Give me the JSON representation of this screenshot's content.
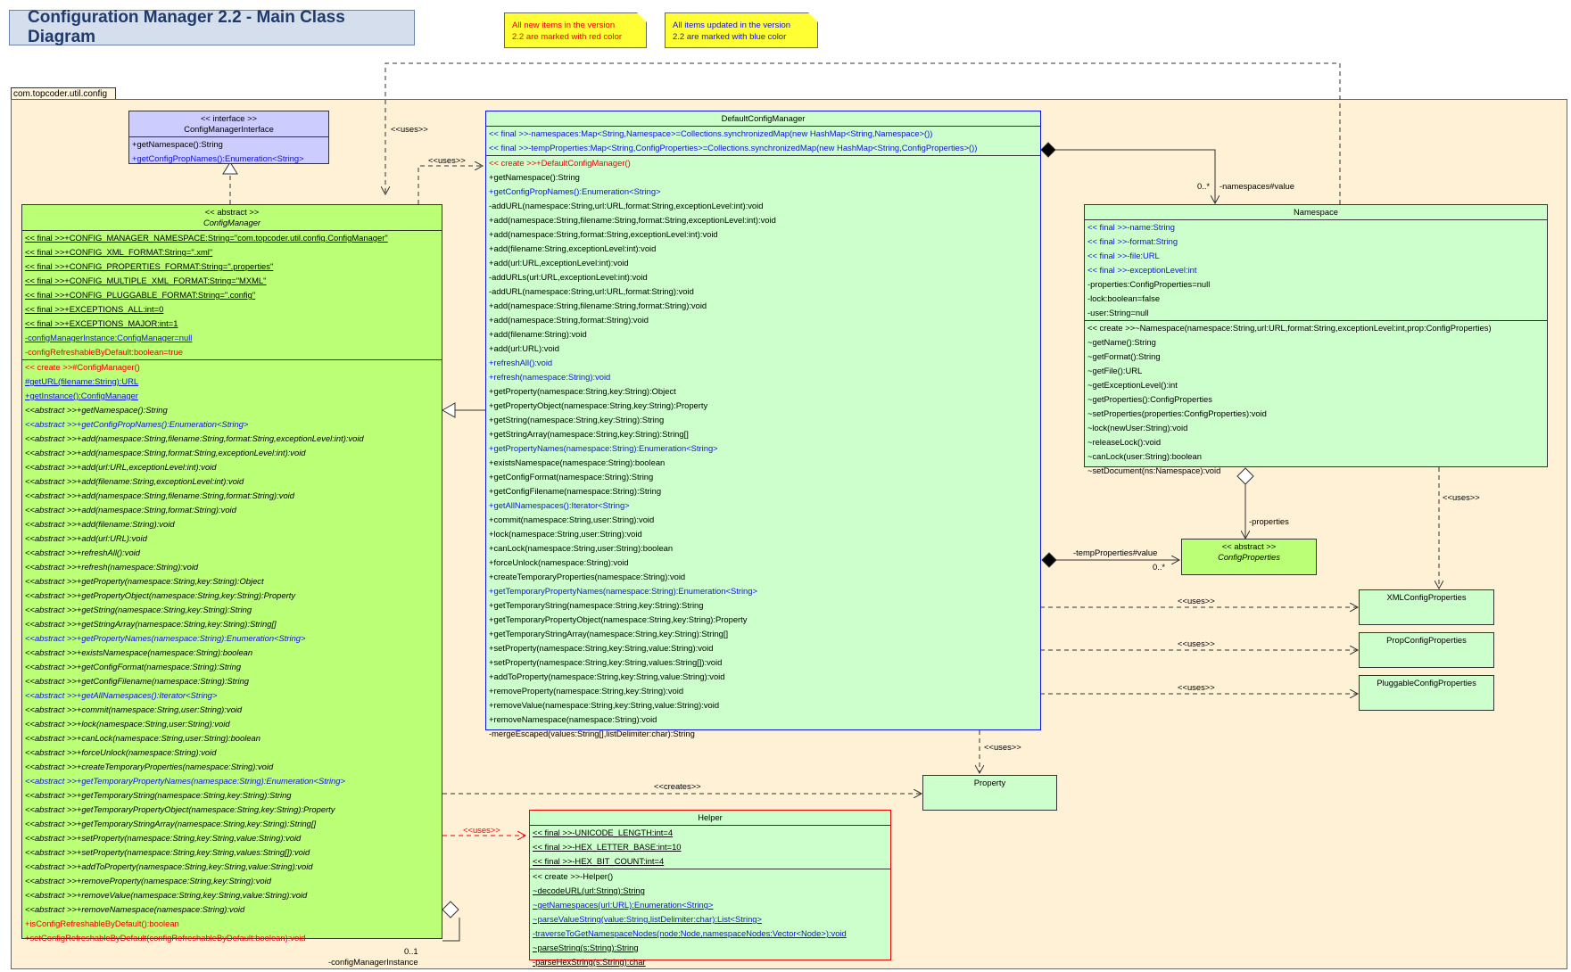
{
  "title": "Configuration Manager 2.2 - Main Class Diagram",
  "notes": {
    "red": [
      "All new items in the version",
      "2.2 are marked with red color"
    ],
    "blue": [
      "All items updated in the version",
      "2.2 are marked with blue color"
    ]
  },
  "package": "com.topcoder.util.config",
  "colors": {
    "green": "#ccffcc",
    "lime": "#bbff77",
    "lavender": "#ccccff",
    "new": "#ee0000",
    "updated": "#1111dd"
  },
  "classes": {
    "cmi": {
      "header": [
        "<< interface >>",
        "ConfigManagerInterface"
      ],
      "sections": [
        [
          {
            "t": "+getNamespace():String"
          },
          {
            "t": "+getConfigPropNames():Enumeration<String>",
            "c": "b"
          }
        ]
      ]
    },
    "cm": {
      "header": [
        "<< abstract >>",
        "ConfigManager"
      ],
      "sections": [
        [
          {
            "t": "<< final >>+CONFIG_MANAGER_NAMESPACE:String=\"com.topcoder.util.config.ConfigManager\"",
            "u": 1
          },
          {
            "t": "<< final >>+CONFIG_XML_FORMAT:String=\".xml\"",
            "u": 1
          },
          {
            "t": "<< final >>+CONFIG_PROPERTIES_FORMAT:String=\".properties\"",
            "u": 1
          },
          {
            "t": "<< final >>+CONFIG_MULTIPLE_XML_FORMAT:String=\"MXML\"",
            "u": 1
          },
          {
            "t": "<< final >>+CONFIG_PLUGGABLE_FORMAT:String=\".config\"",
            "u": 1
          },
          {
            "t": "<< final >>+EXCEPTIONS_ALL:int=0",
            "u": 1
          },
          {
            "t": "<< final >>+EXCEPTIONS_MAJOR:int=1",
            "u": 1
          },
          {
            "t": "-configManagerInstance:ConfigManager=null",
            "c": "b",
            "u": 1
          },
          {
            "t": "-configRefreshableByDefault:boolean=true",
            "c": "r"
          }
        ],
        [
          {
            "t": "<< create >>#ConfigManager()",
            "c": "r"
          },
          {
            "t": "#getURL(filename:String):URL",
            "c": "b",
            "u": 1
          },
          {
            "t": "+getInstance():ConfigManager",
            "c": "b",
            "u": 1
          },
          {
            "t": "<<abstract >>+getNamespace():String",
            "i": 1
          },
          {
            "t": "<<abstract >>+getConfigPropNames():Enumeration<String>",
            "c": "b",
            "i": 1
          },
          {
            "t": "<<abstract >>+add(namespace:String,filename:String,format:String,exceptionLevel:int):void",
            "i": 1
          },
          {
            "t": "<<abstract >>+add(namespace:String,format:String,exceptionLevel:int):void",
            "i": 1
          },
          {
            "t": "<<abstract >>+add(url:URL,exceptionLevel:int):void",
            "i": 1
          },
          {
            "t": "<<abstract >>+add(filename:String,exceptionLevel:int):void",
            "i": 1
          },
          {
            "t": "<<abstract >>+add(namespace:String,filename:String,format:String):void",
            "i": 1
          },
          {
            "t": "<<abstract >>+add(namespace:String,format:String):void",
            "i": 1
          },
          {
            "t": "<<abstract >>+add(filename:String):void",
            "i": 1
          },
          {
            "t": "<<abstract >>+add(url:URL):void",
            "i": 1
          },
          {
            "t": "<<abstract >>+refreshAll():void",
            "i": 1
          },
          {
            "t": "<<abstract >>+refresh(namespace:String):void",
            "i": 1
          },
          {
            "t": "<<abstract >>+getProperty(namespace:String,key:String):Object",
            "i": 1
          },
          {
            "t": "<<abstract >>+getPropertyObject(namespace:String,key:String):Property",
            "i": 1
          },
          {
            "t": "<<abstract >>+getString(namespace:String,key:String):String",
            "i": 1
          },
          {
            "t": "<<abstract >>+getStringArray(namespace:String,key:String):String[]",
            "i": 1
          },
          {
            "t": "<<abstract >>+getPropertyNames(namespace:String):Enumeration<String>",
            "c": "b",
            "i": 1
          },
          {
            "t": "<<abstract >>+existsNamespace(namespace:String):boolean",
            "i": 1
          },
          {
            "t": "<<abstract >>+getConfigFormat(namespace:String):String",
            "i": 1
          },
          {
            "t": "<<abstract >>+getConfigFilename(namespace:String):String",
            "i": 1
          },
          {
            "t": "<<abstract >>+getAllNamespaces():Iterator<String>",
            "c": "b",
            "i": 1
          },
          {
            "t": "<<abstract >>+commit(namespace:String,user:String):void",
            "i": 1
          },
          {
            "t": "<<abstract >>+lock(namespace:String,user:String):void",
            "i": 1
          },
          {
            "t": "<<abstract >>+canLock(namespace:String,user:String):boolean",
            "i": 1
          },
          {
            "t": "<<abstract >>+forceUnlock(namespace:String):void",
            "i": 1
          },
          {
            "t": "<<abstract >>+createTemporaryProperties(namespace:String):void",
            "i": 1
          },
          {
            "t": "<<abstract >>+getTemporaryPropertyNames(namespace:String):Enumeration<String>",
            "c": "b",
            "i": 1
          },
          {
            "t": "<<abstract >>+getTemporaryString(namespace:String,key:String):String",
            "i": 1
          },
          {
            "t": "<<abstract >>+getTemporaryPropertyObject(namespace:String,key:String):Property",
            "i": 1
          },
          {
            "t": "<<abstract >>+getTemporaryStringArray(namespace:String,key:String):String[]",
            "i": 1
          },
          {
            "t": "<<abstract >>+setProperty(namespace:String,key:String,value:String):void",
            "i": 1
          },
          {
            "t": "<<abstract >>+setProperty(namespace:String,key:String,values:String[]):void",
            "i": 1
          },
          {
            "t": "<<abstract >>+addToProperty(namespace:String,key:String,value:String):void",
            "i": 1
          },
          {
            "t": "<<abstract >>+removeProperty(namespace:String,key:String):void",
            "i": 1
          },
          {
            "t": "<<abstract >>+removeValue(namespace:String,key:String,value:String):void",
            "i": 1
          },
          {
            "t": "<<abstract >>+removeNamespace(namespace:String):void",
            "i": 1
          },
          {
            "t": "+isConfigRefreshableByDefault():boolean",
            "c": "r"
          },
          {
            "t": "+setConfigRefreshableByDefault(configRefreshableByDefault:boolean):void",
            "c": "r"
          }
        ]
      ]
    },
    "dcm": {
      "header": [
        "DefaultConfigManager"
      ],
      "sections": [
        [
          {
            "t": "<< final >>-namespaces:Map<String,Namespace>=Collections.synchronizedMap(new HashMap<String,Namespace>())",
            "c": "b"
          },
          {
            "t": "<< final >>-tempProperties:Map<String,ConfigProperties>=Collections.synchronizedMap(new HashMap<String,ConfigProperties>())",
            "c": "b"
          }
        ],
        [
          {
            "t": "<< create >>+DefaultConfigManager()",
            "c": "r"
          },
          {
            "t": "+getNamespace():String"
          },
          {
            "t": "+getConfigPropNames():Enumeration<String>",
            "c": "b"
          },
          {
            "t": "-addURL(namespace:String,url:URL,format:String,exceptionLevel:int):void"
          },
          {
            "t": "+add(namespace:String,filename:String,format:String,exceptionLevel:int):void"
          },
          {
            "t": "+add(namespace:String,format:String,exceptionLevel:int):void"
          },
          {
            "t": "+add(filename:String,exceptionLevel:int):void"
          },
          {
            "t": "+add(url:URL,exceptionLevel:int):void"
          },
          {
            "t": "-addURLs(url:URL,exceptionLevel:int):void"
          },
          {
            "t": "-addURL(namespace:String,url:URL,format:String):void"
          },
          {
            "t": "+add(namespace:String,filename:String,format:String):void"
          },
          {
            "t": "+add(namespace:String,format:String):void"
          },
          {
            "t": "+add(filename:String):void"
          },
          {
            "t": "+add(url:URL):void"
          },
          {
            "t": "+refreshAll():void",
            "c": "b"
          },
          {
            "t": "+refresh(namespace:String):void",
            "c": "b"
          },
          {
            "t": "+getProperty(namespace:String,key:String):Object"
          },
          {
            "t": "+getPropertyObject(namespace:String,key:String):Property"
          },
          {
            "t": "+getString(namespace:String,key:String):String"
          },
          {
            "t": "+getStringArray(namespace:String,key:String):String[]"
          },
          {
            "t": "+getPropertyNames(namespace:String):Enumeration<String>",
            "c": "b"
          },
          {
            "t": "+existsNamespace(namespace:String):boolean"
          },
          {
            "t": "+getConfigFormat(namespace:String):String"
          },
          {
            "t": "+getConfigFilename(namespace:String):String"
          },
          {
            "t": "+getAllNamespaces():Iterator<String>",
            "c": "b"
          },
          {
            "t": "+commit(namespace:String,user:String):void"
          },
          {
            "t": "+lock(namespace:String,user:String):void"
          },
          {
            "t": "+canLock(namespace:String,user:String):boolean"
          },
          {
            "t": "+forceUnlock(namespace:String):void"
          },
          {
            "t": "+createTemporaryProperties(namespace:String):void"
          },
          {
            "t": "+getTemporaryPropertyNames(namespace:String):Enumeration<String>",
            "c": "b"
          },
          {
            "t": "+getTemporaryString(namespace:String,key:String):String"
          },
          {
            "t": "+getTemporaryPropertyObject(namespace:String,key:String):Property"
          },
          {
            "t": "+getTemporaryStringArray(namespace:String,key:String):String[]"
          },
          {
            "t": "+setProperty(namespace:String,key:String,value:String):void"
          },
          {
            "t": "+setProperty(namespace:String,key:String,values:String[]):void"
          },
          {
            "t": "+addToProperty(namespace:String,key:String,value:String):void"
          },
          {
            "t": "+removeProperty(namespace:String,key:String):void"
          },
          {
            "t": "+removeValue(namespace:String,key:String,value:String):void"
          },
          {
            "t": "+removeNamespace(namespace:String):void"
          },
          {
            "t": "-mergeEscaped(values:String[],listDelimiter:char):String"
          }
        ]
      ]
    },
    "ns": {
      "header": [
        "Namespace"
      ],
      "sections": [
        [
          {
            "t": "<< final >>-name:String",
            "c": "b"
          },
          {
            "t": "<< final >>-format:String",
            "c": "b"
          },
          {
            "t": "<< final >>-file:URL",
            "c": "b"
          },
          {
            "t": "<< final >>-exceptionLevel:int",
            "c": "b"
          },
          {
            "t": "-properties:ConfigProperties=null"
          },
          {
            "t": "-lock:boolean=false"
          },
          {
            "t": "-user:String=null"
          }
        ],
        [
          {
            "t": "<< create >>~Namespace(namespace:String,url:URL,format:String,exceptionLevel:int,prop:ConfigProperties)"
          },
          {
            "t": "~getName():String"
          },
          {
            "t": "~getFormat():String"
          },
          {
            "t": "~getFile():URL"
          },
          {
            "t": "~getExceptionLevel():int"
          },
          {
            "t": "~getProperties():ConfigProperties"
          },
          {
            "t": "~setProperties(properties:ConfigProperties):void"
          },
          {
            "t": "~lock(newUser:String):void"
          },
          {
            "t": "~releaseLock():void"
          },
          {
            "t": "~canLock(user:String):boolean"
          },
          {
            "t": "~setDocument(ns:Namespace):void"
          }
        ]
      ]
    },
    "helper": {
      "header": [
        "Helper"
      ],
      "sections": [
        [
          {
            "t": "<< final >>-UNICODE_LENGTH:int=4",
            "u": 1
          },
          {
            "t": "<< final >>-HEX_LETTER_BASE:int=10",
            "u": 1
          },
          {
            "t": "<< final >>-HEX_BIT_COUNT:int=4",
            "u": 1
          }
        ],
        [
          {
            "t": "<< create >>-Helper()"
          },
          {
            "t": "~decodeURL(url:String):String",
            "u": 1
          },
          {
            "t": "~getNamespaces(url:URL):Enumeration<String>",
            "c": "b",
            "u": 1
          },
          {
            "t": "~parseValueString(value:String,listDelimiter:char):List<String>",
            "c": "b",
            "u": 1
          },
          {
            "t": "-traverseToGetNamespaceNodes(node:Node,namespaceNodes:Vector<Node>):void",
            "c": "b",
            "u": 1
          },
          {
            "t": "~parseString(s:String):String",
            "u": 1
          },
          {
            "t": "-parseHexString(s:String):char",
            "u": 1
          }
        ]
      ]
    },
    "cp": {
      "header": [
        "<< abstract >>",
        "ConfigProperties"
      ],
      "sections": []
    },
    "xml": {
      "header": [
        "XMLConfigProperties"
      ],
      "sections": []
    },
    "prop": {
      "header": [
        "PropConfigProperties"
      ],
      "sections": []
    },
    "plug": {
      "header": [
        "PluggableConfigProperties"
      ],
      "sections": []
    },
    "property": {
      "header": [
        "Property"
      ],
      "sections": []
    }
  },
  "labels": {
    "uses": "<<uses>>",
    "creates": "<<creates>>",
    "namespaces_role": "-namespaces#value",
    "namespaces_mult": "0..*",
    "temp_role": "-tempProperties#value",
    "temp_mult": "0..*",
    "properties_role": "-properties",
    "instance_role": "-configManagerInstance",
    "instance_mult": "0..1"
  }
}
